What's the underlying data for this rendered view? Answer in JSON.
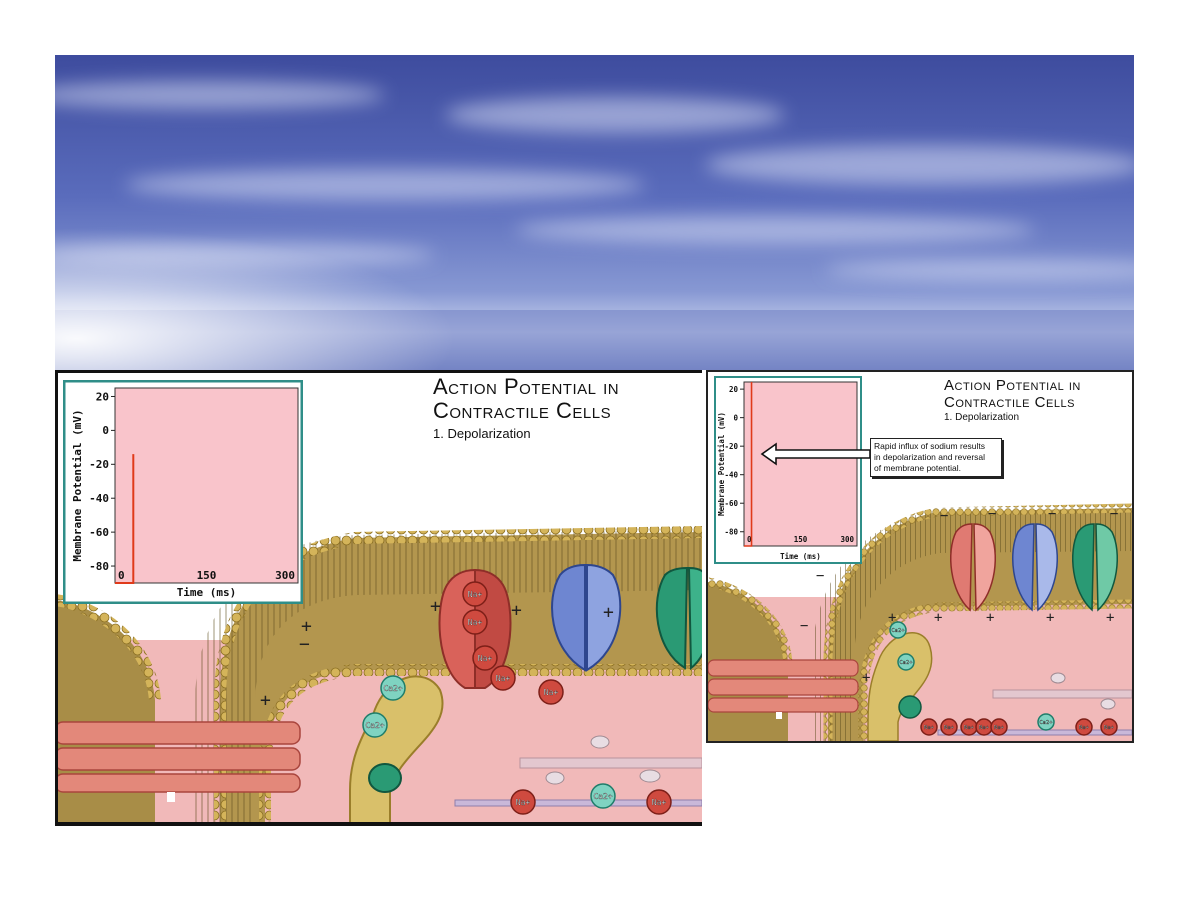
{
  "left_panel": {
    "title_line1": "Action Potential in",
    "title_line2": "Contractile Cells",
    "subtitle": "1. Depolarization",
    "ions": [
      "Na+",
      "Na+",
      "Na+",
      "Na+",
      "Na+",
      "Ca2+",
      "Ca2+",
      "Ca2+",
      "Na+",
      "Na+"
    ]
  },
  "right_panel": {
    "title_line1": "Action Potential in",
    "title_line2": "Contractile Cells",
    "subtitle": "1. Depolarization",
    "callout_line1": "Rapid influx of sodium results",
    "callout_line2": "in depolarization and reversal",
    "callout_line3": "of membrane potential.",
    "ions": [
      "Ca2+",
      "Ca2+",
      "Na+",
      "Na+",
      "Na+",
      "Na+",
      "Na+",
      "Ca2+",
      "Na+",
      "Na+"
    ]
  },
  "chart_data": [
    {
      "type": "line",
      "title": "",
      "xlabel": "Time (ms)",
      "ylabel": "Membrane Potential (mV)",
      "xlim": [
        0,
        300
      ],
      "ylim": [
        -90,
        25
      ],
      "xticks": [
        "0",
        "150",
        "300"
      ],
      "yticks": [
        "20",
        "0",
        "-20",
        "-40",
        "-60",
        "-80"
      ],
      "series": [
        {
          "x": [
            -20,
            30,
            30
          ],
          "y": [
            -90,
            -90,
            -14
          ]
        }
      ]
    },
    {
      "type": "line",
      "title": "",
      "xlabel": "Time (ms)",
      "ylabel": "Membrane Potential (mV)",
      "xlim": [
        0,
        300
      ],
      "ylim": [
        -90,
        25
      ],
      "xticks": [
        "0",
        "150",
        "300"
      ],
      "yticks": [
        "20",
        "0",
        "-20",
        "-40",
        "-60",
        "-80"
      ],
      "series": [
        {
          "x": [
            -20,
            20,
            20
          ],
          "y": [
            -90,
            -90,
            25
          ]
        }
      ]
    }
  ],
  "colors": {
    "chart_bg": "#f9c4cb",
    "chart_frame": "#2f8e88",
    "trace": "#e03a1a",
    "cytoplasm": "#f1b9b9",
    "membrane": "#b3964e",
    "sodium_channel": "#d9625a",
    "calcium_channel": "#2a9a74",
    "potassium_channel": "#6e86d1"
  }
}
